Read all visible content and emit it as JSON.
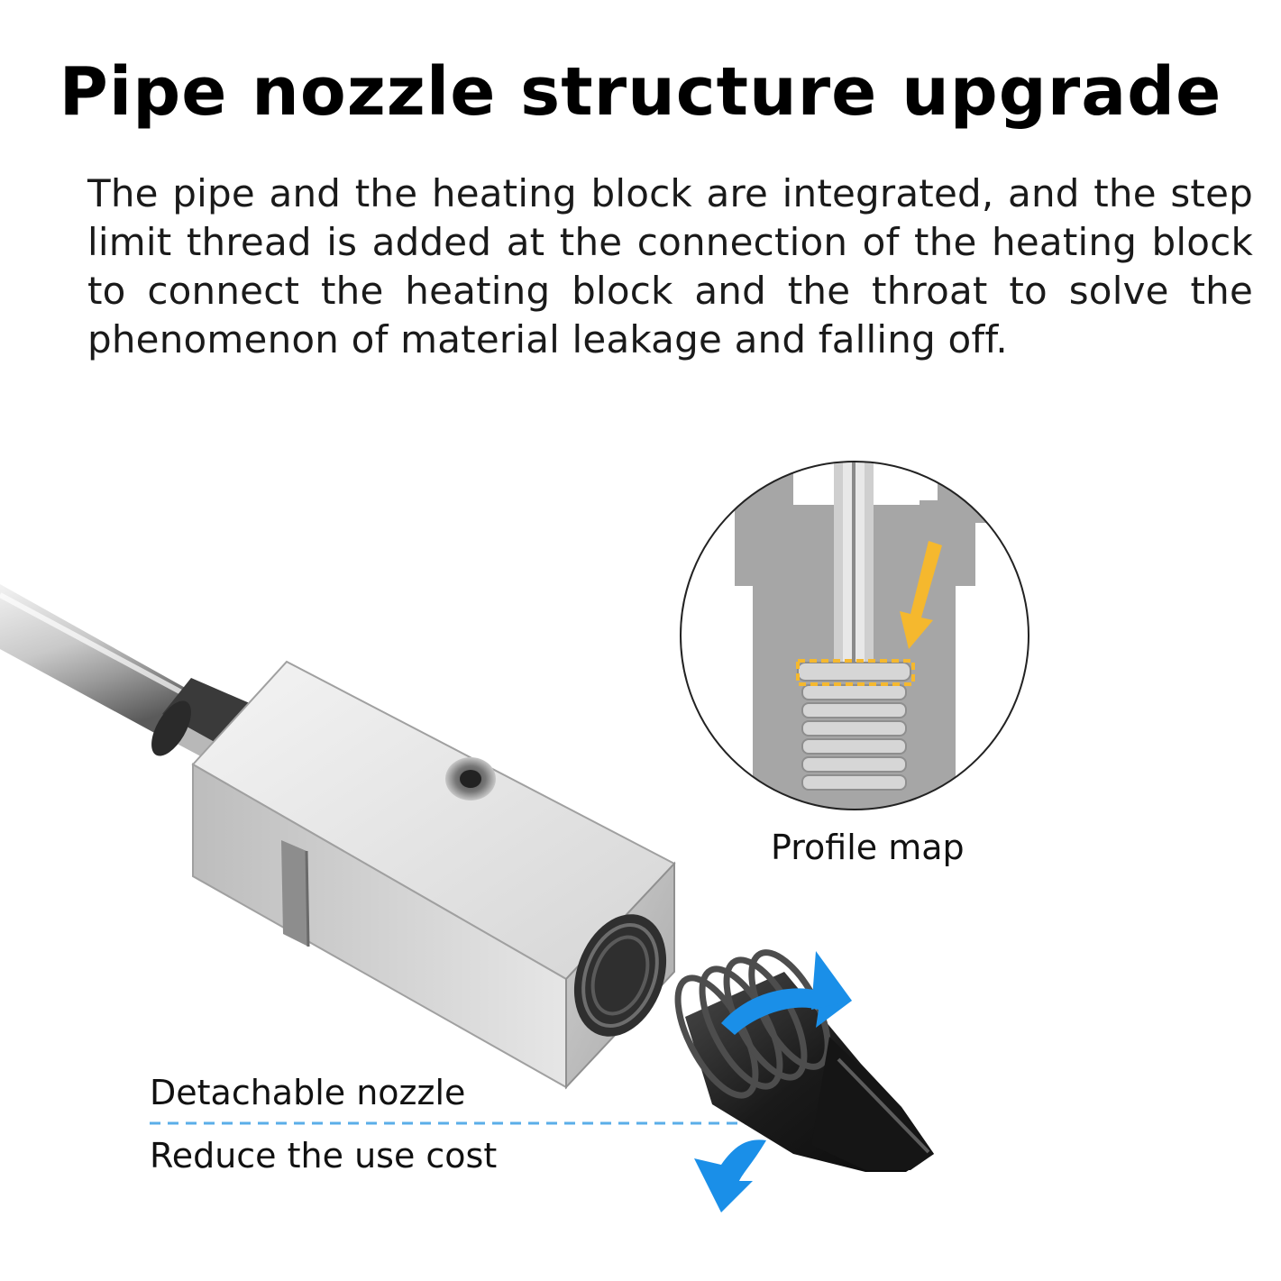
{
  "header": {
    "title": "Pipe nozzle structure upgrade",
    "description": "The pipe and the heating block are integrated, and the step limit thread is added at the connection of the heating block to connect the heating block and the throat to solve the phenomenon of material leakage and falling off."
  },
  "callouts": {
    "profile_map": "Profile map",
    "detachable_nozzle": "Detachable nozzle",
    "reduce_cost": "Reduce the use cost"
  },
  "colors": {
    "arrow_blue": "#1a8fe8",
    "highlight_yellow": "#f5b82e",
    "metal_light": "#d9d9d9",
    "nozzle_black": "#1c1c1c"
  }
}
